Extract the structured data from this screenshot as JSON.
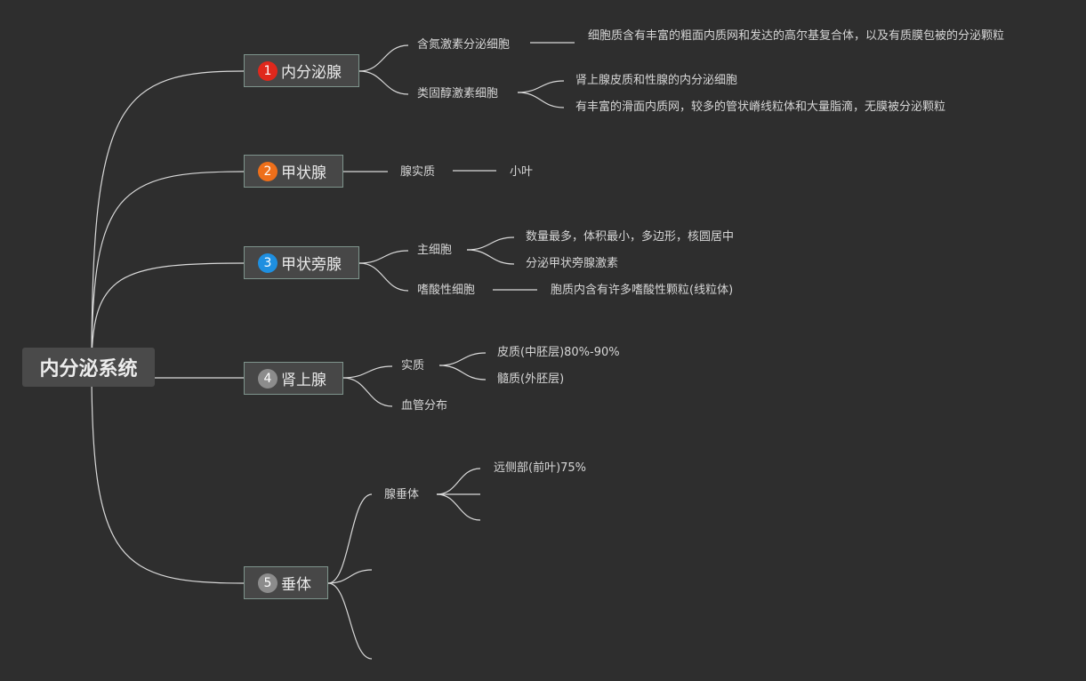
{
  "root": {
    "label": "内分泌系统"
  },
  "branches": [
    {
      "num": "1",
      "label": "内分泌腺",
      "color": "#e0281c",
      "children": [
        {
          "label": "含氮激素分泌细胞",
          "details": [
            "细胞质含有丰富的粗面内质网和发达的高尔基复合体，以及有质膜包被的分泌颗粒"
          ]
        },
        {
          "label": "类固醇激素细胞",
          "details": [
            "肾上腺皮质和性腺的内分泌细胞",
            "有丰富的滑面内质网，较多的管状嵴线粒体和大量脂滴，无膜被分泌颗粒"
          ]
        }
      ]
    },
    {
      "num": "2",
      "label": "甲状腺",
      "color": "#ee6f1a",
      "children": [
        {
          "label": "腺实质",
          "details": [
            "小叶"
          ]
        }
      ]
    },
    {
      "num": "3",
      "label": "甲状旁腺",
      "color": "#1e8fe0",
      "children": [
        {
          "label": "主细胞",
          "details": [
            "数量最多，体积最小，多边形，核圆居中",
            "分泌甲状旁腺激素"
          ]
        },
        {
          "label": "嗜酸性细胞",
          "details": [
            "胞质内含有许多嗜酸性颗粒(线粒体)"
          ]
        }
      ]
    },
    {
      "num": "4",
      "label": "肾上腺",
      "color": "#8c8c8c",
      "children": [
        {
          "label": "实质",
          "details": [
            "皮质(中胚层)80%-90%",
            "髓质(外胚层)"
          ]
        },
        {
          "label": "血管分布",
          "details": []
        }
      ]
    },
    {
      "num": "5",
      "label": "垂体",
      "color": "#8c8c8c",
      "children": [
        {
          "label": "腺垂体",
          "details": [
            "远侧部(前叶)75%",
            "",
            ""
          ]
        },
        {
          "label": "",
          "details": []
        },
        {
          "label": "",
          "details": []
        }
      ]
    }
  ]
}
